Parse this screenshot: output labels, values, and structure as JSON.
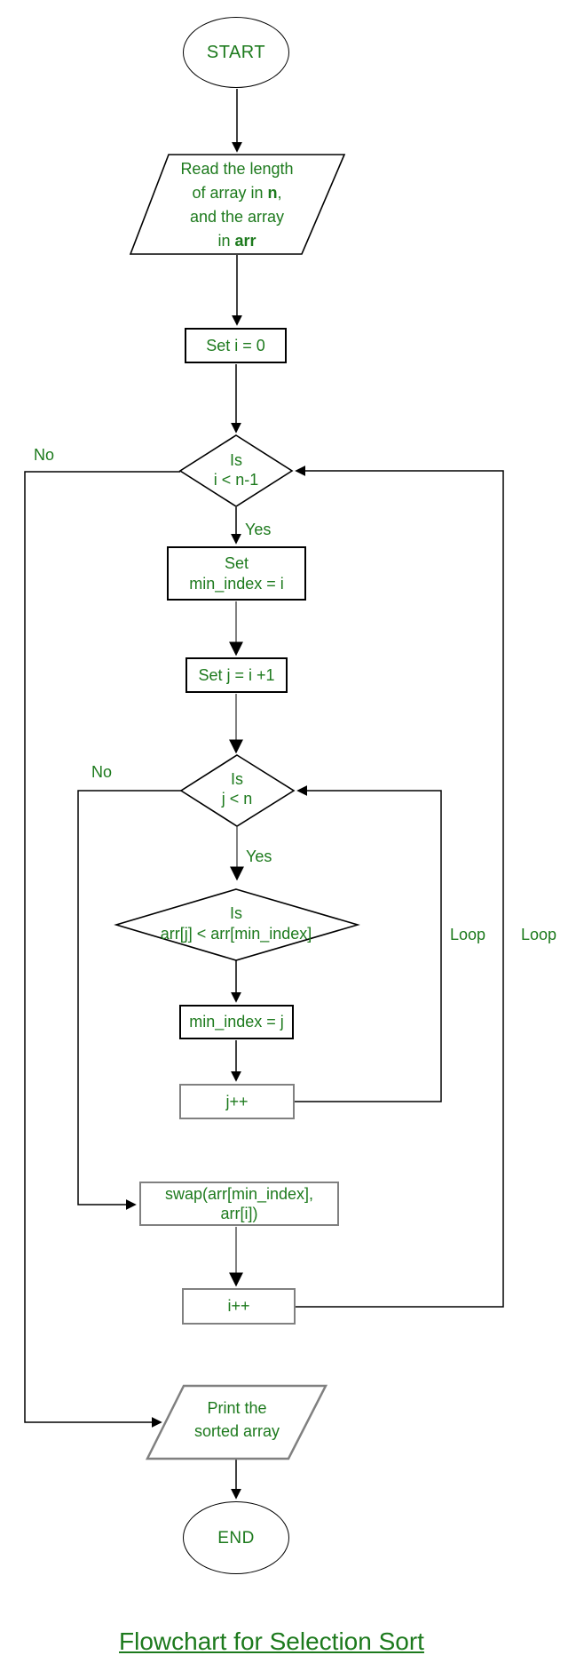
{
  "colors": {
    "text_green": "#1d7a1d",
    "line_black": "#000000",
    "line_gray": "#808080"
  },
  "title": "Flowchart for Selection Sort",
  "nodes": {
    "start": {
      "label": "START"
    },
    "read": {
      "line1": "Read the length",
      "line2_pre": "of array in ",
      "line2_bold": "n",
      "line2_post": ",",
      "line3": "and the array",
      "line4_pre": "in ",
      "line4_bold": "arr"
    },
    "set_i": {
      "label": "Set i = 0"
    },
    "cond_i": {
      "line1": "Is",
      "line2": "i < n-1"
    },
    "set_min_index": {
      "line1": "Set",
      "line2": "min_index = i"
    },
    "set_j": {
      "label": "Set j = i +1"
    },
    "cond_j": {
      "line1": "Is",
      "line2": "j < n"
    },
    "cond_arr": {
      "line1": "Is",
      "line2": "arr[j] < arr[min_index]"
    },
    "assign_min_index": {
      "label": "min_index = j"
    },
    "incr_j": {
      "label": "j++"
    },
    "swap": {
      "line1": "swap(arr[min_index],",
      "line2": "arr[i])"
    },
    "incr_i": {
      "label": "i++"
    },
    "print": {
      "line1": "Print the",
      "line2": "sorted array"
    },
    "end": {
      "label": "END"
    }
  },
  "edge_labels": {
    "no_outer": "No",
    "yes_outer": "Yes",
    "no_inner": "No",
    "yes_inner": "Yes",
    "loop_inner": "Loop",
    "loop_outer": "Loop"
  }
}
